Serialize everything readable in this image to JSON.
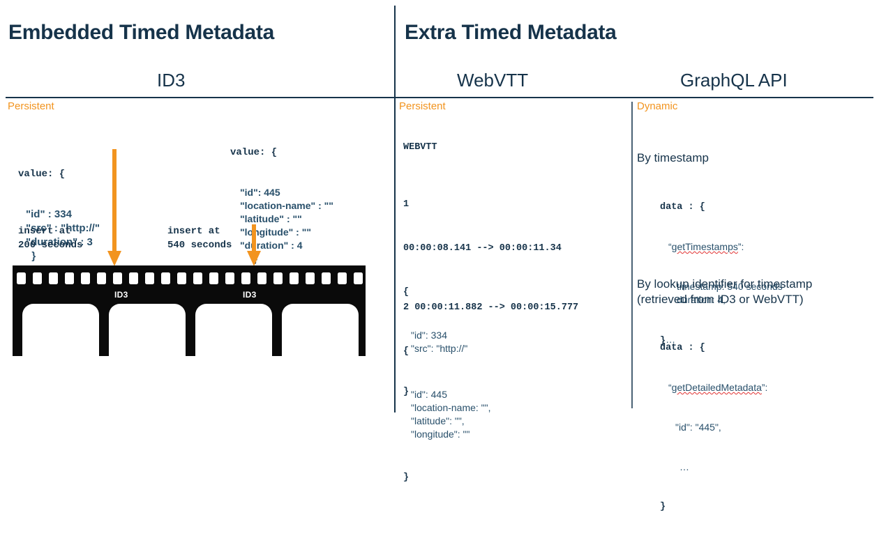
{
  "headings": {
    "embedded": "Embedded Timed Metadata",
    "extra": "Extra Timed Metadata",
    "id3": "ID3",
    "webvtt": "WebVTT",
    "graphql": "GraphQL API"
  },
  "kickers": {
    "persistent_left": "Persistent",
    "persistent_webvtt": "Persistent",
    "dynamic": "Dynamic"
  },
  "id3": {
    "block1": {
      "open": "value: {",
      "body": "\"id\" : 334\n\"src\" : \"http://\"\n\"duration\" : 3\n  }",
      "insert": "insert at\n200 seconds"
    },
    "block2": {
      "open": "value: {",
      "body": "\"id\": 445\n\"location-name\" : \"\"\n\"latitude\" : \"\"\n\"longitude\" : \"\"\n\"duration\" : 4\n     }",
      "insert": "insert at\n540 seconds"
    },
    "film_labels": [
      "ID3",
      "ID3"
    ]
  },
  "webvtt": {
    "header": "WEBVTT",
    "cue1": {
      "number": "1",
      "timing": "00:00:08.141 --> 00:00:11.34",
      "open": "{",
      "body": "\"id\": 334\n\"src\": \"http://\"",
      "close": "}"
    },
    "cue2": {
      "timing": "2 00:00:11.882 --> 00:00:15.777",
      "open": "{",
      "body": "\"id\": 445\n\"location-name: \"\",\n\"latitude\": \"\",\n\"longitude\": \"\"",
      "close": "}"
    }
  },
  "graphql": {
    "section1": {
      "heading": "By timestamp",
      "open": "data : {",
      "field": "getTimestamps",
      "body": "timestamp: 540 seconds\nduration: 4,",
      "ellipsis": "…",
      "close": "}"
    },
    "section2": {
      "heading": "By lookup identifier for timestamp\n(retrieved from ID3 or WebVTT)",
      "open": "data : {",
      "field": "getDetailedMetadata",
      "body": "\"id\": \"445\",",
      "ellipsis": "…",
      "close": "}"
    }
  },
  "colors": {
    "navy": "#16334a",
    "orange": "#F2941F",
    "code_blue": "#29506b",
    "film_black": "#0a0a0a"
  }
}
